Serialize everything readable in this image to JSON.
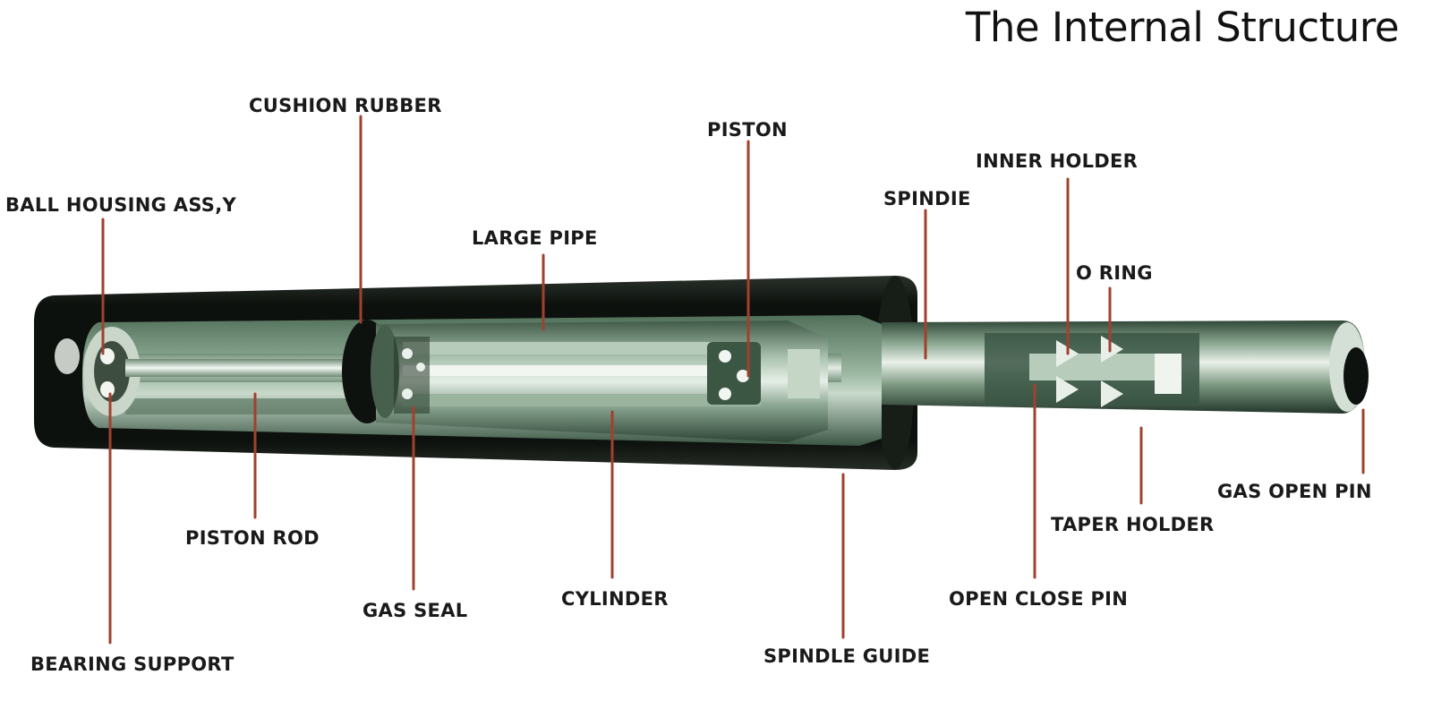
{
  "title": "The Internal Structure",
  "colors": {
    "leader": "#a0412e",
    "shell_dark": "#111611",
    "metal_green": "#7f9a86",
    "metal_light": "#dfe9df"
  },
  "labels": {
    "cushion_rubber": "CUSHION RUBBER",
    "piston": "PISTON",
    "inner_holder": "INNER HOLDER",
    "ball_housing": "BALL HOUSING ASS,Y",
    "spindie": "SPINDIE",
    "large_pipe": "LARGE PIPE",
    "o_ring": "O RING",
    "gas_open_pin": "GAS OPEN PIN",
    "taper_holder": "TAPER HOLDER",
    "piston_rod": "PISTON ROD",
    "gas_seal": "GAS SEAL",
    "cylinder": "CYLINDER",
    "open_close_pin": "OPEN CLOSE PIN",
    "bearing_support": "BEARING SUPPORT",
    "spindle_guide": "SPINDLE GUIDE"
  }
}
